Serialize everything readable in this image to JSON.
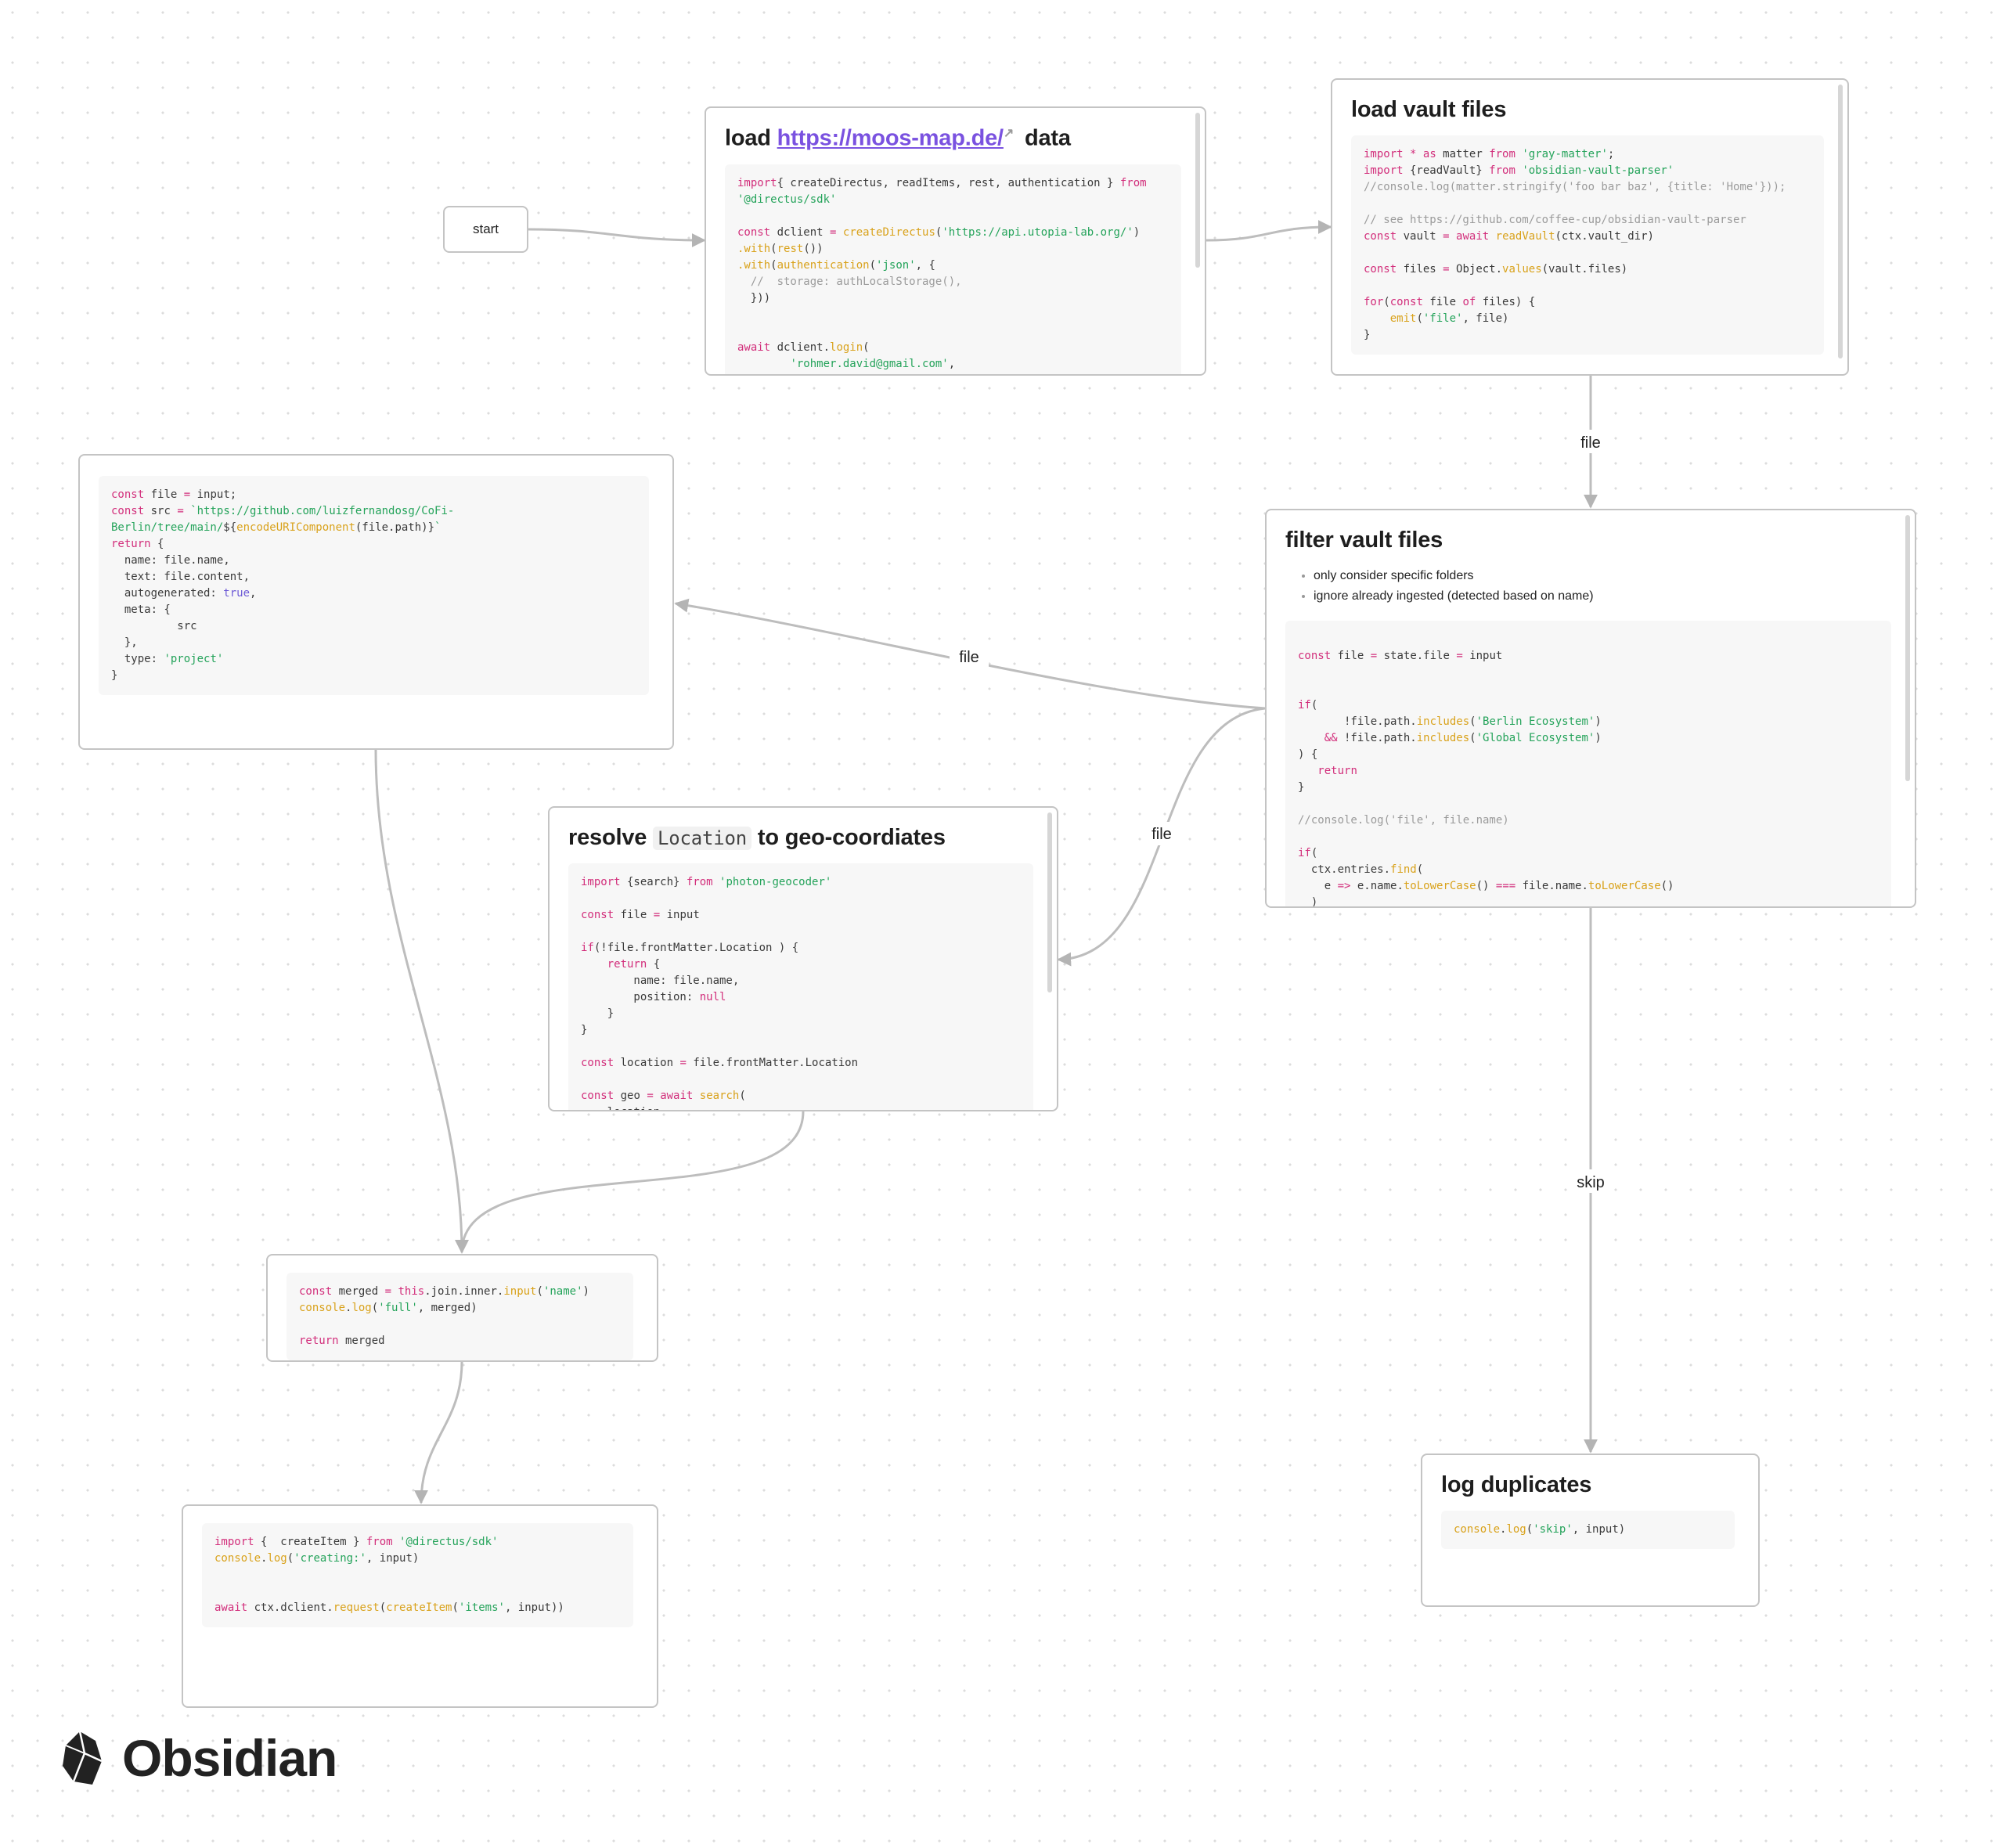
{
  "start": {
    "label": "start"
  },
  "nodes": {
    "load_moos": {
      "title_pre": "load ",
      "title_link": "https://moos-map.de/",
      "title_post": " data",
      "code": [
        [
          [
            "kw",
            "import"
          ],
          [
            "",
            "{ createDirectus, readItems, rest, authentication } "
          ],
          [
            "kw",
            "from"
          ]
        ],
        [
          [
            "str",
            "'@directus/sdk'"
          ]
        ],
        [],
        [
          [
            "kw",
            "const"
          ],
          [
            "",
            " dclient "
          ],
          [
            "kw",
            "="
          ],
          [
            "",
            "",
            " "
          ],
          [
            "fn",
            "createDirectus"
          ],
          [
            "",
            "("
          ],
          [
            "str",
            "'https://api.utopia-lab.org/'"
          ],
          [
            "",
            ")"
          ]
        ],
        [
          [
            "fn",
            ".with"
          ],
          [
            "",
            "("
          ],
          [
            "fn",
            "rest"
          ],
          [
            "",
            "())"
          ]
        ],
        [
          [
            "fn",
            ".with"
          ],
          [
            "",
            "("
          ],
          [
            "fn",
            "authentication"
          ],
          [
            "",
            "("
          ],
          [
            "str",
            "'json'"
          ],
          [
            "",
            ", {"
          ]
        ],
        [
          [
            "cm",
            "  //  storage: authLocalStorage(),"
          ]
        ],
        [
          [
            "",
            "  }))"
          ]
        ],
        [],
        [],
        [
          [
            "kw",
            "await"
          ],
          [
            "",
            " dclient."
          ],
          [
            "fn",
            "login"
          ],
          [
            "",
            "("
          ]
        ],
        [
          [
            "",
            "        "
          ],
          [
            "str",
            "'rohmer.david@gmail.com'"
          ],
          [
            "",
            ","
          ]
        ]
      ]
    },
    "load_vault": {
      "title": "load vault files",
      "code": [
        [
          [
            "kw",
            "import"
          ],
          [
            "",
            " "
          ],
          [
            "kw",
            "*"
          ],
          [
            "",
            " "
          ],
          [
            "kw",
            "as"
          ],
          [
            "",
            " matter "
          ],
          [
            "kw",
            "from"
          ],
          [
            "",
            " "
          ],
          [
            "str",
            "'gray-matter'"
          ],
          [
            "",
            ";"
          ]
        ],
        [
          [
            "kw",
            "import"
          ],
          [
            "",
            " {readVault} "
          ],
          [
            "kw",
            "from"
          ],
          [
            "",
            " "
          ],
          [
            "str",
            "'obsidian-vault-parser'"
          ]
        ],
        [
          [
            "cm",
            "//console.log(matter.stringify('foo bar baz', {title: 'Home'}));"
          ]
        ],
        [],
        [
          [
            "cm",
            "// see https://github.com/coffee-cup/obsidian-vault-parser"
          ]
        ],
        [
          [
            "kw",
            "const"
          ],
          [
            "",
            " vault "
          ],
          [
            "kw",
            "="
          ],
          [
            "",
            " "
          ],
          [
            "kw",
            "await"
          ],
          [
            "",
            " "
          ],
          [
            "fn",
            "readVault"
          ],
          [
            "",
            "(ctx.vault_dir)"
          ]
        ],
        [],
        [
          [
            "kw",
            "const"
          ],
          [
            "",
            " files "
          ],
          [
            "kw",
            "="
          ],
          [
            "",
            " Object."
          ],
          [
            "fn",
            "values"
          ],
          [
            "",
            "(vault.files)"
          ]
        ],
        [],
        [
          [
            "kw",
            "for"
          ],
          [
            "",
            "("
          ],
          [
            "kw",
            "const"
          ],
          [
            "",
            " file "
          ],
          [
            "kw",
            "of"
          ],
          [
            "",
            " files) {"
          ]
        ],
        [
          [
            "",
            "    "
          ],
          [
            "fn",
            "emit"
          ],
          [
            "",
            "("
          ],
          [
            "str",
            "'file'"
          ],
          [
            "",
            ", file)"
          ]
        ],
        [
          [
            "",
            "}"
          ]
        ]
      ]
    },
    "project": {
      "code": [
        [
          [
            "kw",
            "const"
          ],
          [
            "",
            " file "
          ],
          [
            "kw",
            "="
          ],
          [
            "",
            " input;"
          ]
        ],
        [
          [
            "kw",
            "const"
          ],
          [
            "",
            " src "
          ],
          [
            "kw",
            "="
          ],
          [
            "",
            " "
          ],
          [
            "str",
            "`https://github.com/luizfernandosg/CoFi-"
          ]
        ],
        [
          [
            "str",
            "Berlin/tree/main/"
          ],
          [
            "",
            "${"
          ],
          [
            "fn",
            "encodeURIComponent"
          ],
          [
            "",
            "(file.path)}"
          ],
          [
            "str",
            "`"
          ]
        ],
        [
          [
            "kw",
            "return"
          ],
          [
            "",
            " {"
          ]
        ],
        [
          [
            "",
            "  name: file.name,"
          ]
        ],
        [
          [
            "",
            "  text: file.content,"
          ]
        ],
        [
          [
            "",
            "  autogenerated: "
          ],
          [
            "bool",
            "true"
          ],
          [
            "",
            ","
          ]
        ],
        [
          [
            "",
            "  meta: {"
          ]
        ],
        [
          [
            "",
            "          src"
          ]
        ],
        [
          [
            "",
            "  },"
          ]
        ],
        [
          [
            "",
            "  type: "
          ],
          [
            "str",
            "'project'"
          ]
        ],
        [
          [
            "",
            "}"
          ]
        ]
      ]
    },
    "filter": {
      "title": "filter vault files",
      "bullets": [
        "only consider specific folders",
        "ignore already ingested (detected based on name)"
      ],
      "code": [
        [],
        [
          [
            "kw",
            "const"
          ],
          [
            "",
            " file "
          ],
          [
            "kw",
            "="
          ],
          [
            "",
            " state.file "
          ],
          [
            "kw",
            "="
          ],
          [
            "",
            " input"
          ]
        ],
        [],
        [],
        [
          [
            "kw",
            "if"
          ],
          [
            "",
            "("
          ]
        ],
        [
          [
            "",
            "       !file.path."
          ],
          [
            "fn",
            "includes"
          ],
          [
            "",
            "("
          ],
          [
            "str",
            "'Berlin Ecosystem'"
          ],
          [
            "",
            ")"
          ]
        ],
        [
          [
            "",
            "    "
          ],
          [
            "kw",
            "&&"
          ],
          [
            "",
            " !file.path."
          ],
          [
            "fn",
            "includes"
          ],
          [
            "",
            "("
          ],
          [
            "str",
            "'Global Ecosystem'"
          ],
          [
            "",
            ")"
          ]
        ],
        [
          [
            "",
            ") {"
          ]
        ],
        [
          [
            "",
            "   "
          ],
          [
            "kw",
            "return"
          ]
        ],
        [
          [
            "",
            "}"
          ]
        ],
        [],
        [
          [
            "cm",
            "//console.log('file', file.name)"
          ]
        ],
        [],
        [
          [
            "kw",
            "if"
          ],
          [
            "",
            "("
          ]
        ],
        [
          [
            "",
            "  ctx.entries."
          ],
          [
            "fn",
            "find"
          ],
          [
            "",
            "("
          ]
        ],
        [
          [
            "",
            "    e "
          ],
          [
            "kw",
            "=>"
          ],
          [
            "",
            " e.name."
          ],
          [
            "fn",
            "toLowerCase"
          ],
          [
            "",
            "() "
          ],
          [
            "kw",
            "==="
          ],
          [
            "",
            " file.name."
          ],
          [
            "fn",
            "toLowerCase"
          ],
          [
            "",
            "()"
          ]
        ],
        [
          [
            "",
            "  )"
          ]
        ]
      ]
    },
    "resolve": {
      "title_pre": "resolve ",
      "title_code": "Location",
      "title_post": " to geo-coordiates",
      "code": [
        [
          [
            "kw",
            "import"
          ],
          [
            "",
            " {search} "
          ],
          [
            "kw",
            "from"
          ],
          [
            "",
            " "
          ],
          [
            "str",
            "'photon-geocoder'"
          ]
        ],
        [],
        [
          [
            "kw",
            "const"
          ],
          [
            "",
            " file "
          ],
          [
            "kw",
            "="
          ],
          [
            "",
            " input"
          ]
        ],
        [],
        [
          [
            "kw",
            "if"
          ],
          [
            "",
            "(!file.frontMatter.Location ) {"
          ]
        ],
        [
          [
            "",
            "    "
          ],
          [
            "kw",
            "return"
          ],
          [
            "",
            " {"
          ]
        ],
        [
          [
            "",
            "        name: file.name,"
          ]
        ],
        [
          [
            "",
            "        position: "
          ],
          [
            "kw",
            "null"
          ]
        ],
        [
          [
            "",
            "    }"
          ]
        ],
        [
          [
            "",
            "}"
          ]
        ],
        [],
        [
          [
            "kw",
            "const"
          ],
          [
            "",
            " location "
          ],
          [
            "kw",
            "="
          ],
          [
            "",
            " file.frontMatter.Location"
          ]
        ],
        [],
        [
          [
            "kw",
            "const"
          ],
          [
            "",
            " geo "
          ],
          [
            "kw",
            "="
          ],
          [
            "",
            " "
          ],
          [
            "kw",
            "await"
          ],
          [
            "",
            " "
          ],
          [
            "fn",
            "search"
          ],
          [
            "",
            "("
          ]
        ],
        [
          [
            "",
            "    location,"
          ]
        ]
      ]
    },
    "merge": {
      "code": [
        [
          [
            "kw",
            "const"
          ],
          [
            "",
            " merged "
          ],
          [
            "kw",
            "="
          ],
          [
            "",
            " "
          ],
          [
            "kw",
            "this"
          ],
          [
            "",
            ".join.inner."
          ],
          [
            "fn",
            "input"
          ],
          [
            "",
            "("
          ],
          [
            "str",
            "'name'"
          ],
          [
            "",
            ")"
          ]
        ],
        [
          [
            "fn",
            "console"
          ],
          [
            "",
            "."
          ],
          [
            "fn",
            "log"
          ],
          [
            "",
            "("
          ],
          [
            "str",
            "'full'"
          ],
          [
            "",
            ", merged)"
          ]
        ],
        [],
        [
          [
            "kw",
            "return"
          ],
          [
            "",
            " merged"
          ]
        ]
      ]
    },
    "create": {
      "code": [
        [
          [
            "kw",
            "import"
          ],
          [
            "",
            " {  createItem } "
          ],
          [
            "kw",
            "from"
          ],
          [
            "",
            " "
          ],
          [
            "str",
            "'@directus/sdk'"
          ]
        ],
        [
          [
            "fn",
            "console"
          ],
          [
            "",
            "."
          ],
          [
            "fn",
            "log"
          ],
          [
            "",
            "("
          ],
          [
            "str",
            "'creating:'"
          ],
          [
            "",
            ", input)"
          ]
        ],
        [],
        [],
        [
          [
            "kw",
            "await"
          ],
          [
            "",
            " ctx.dclient."
          ],
          [
            "fn",
            "request"
          ],
          [
            "",
            "("
          ],
          [
            "fn",
            "createItem"
          ],
          [
            "",
            "("
          ],
          [
            "str",
            "'items'"
          ],
          [
            "",
            ", input))"
          ]
        ]
      ]
    },
    "log_dup": {
      "title": "log duplicates",
      "code": [
        [
          [
            "fn",
            "console"
          ],
          [
            "",
            "."
          ],
          [
            "fn",
            "log"
          ],
          [
            "",
            "("
          ],
          [
            "str",
            "'skip'"
          ],
          [
            "",
            ", input)"
          ]
        ]
      ]
    }
  },
  "edges": [
    {
      "id": "start-to-load-moos",
      "label": ""
    },
    {
      "id": "load-moos-to-load-vault",
      "label": ""
    },
    {
      "id": "load-vault-to-filter",
      "label": "file"
    },
    {
      "id": "filter-to-project",
      "label": "file"
    },
    {
      "id": "filter-to-resolve",
      "label": "file"
    },
    {
      "id": "filter-to-log-duplicates",
      "label": "skip"
    },
    {
      "id": "project-to-merge",
      "label": ""
    },
    {
      "id": "resolve-to-merge",
      "label": ""
    },
    {
      "id": "merge-to-create",
      "label": ""
    }
  ],
  "logo": {
    "text": "Obsidian"
  }
}
